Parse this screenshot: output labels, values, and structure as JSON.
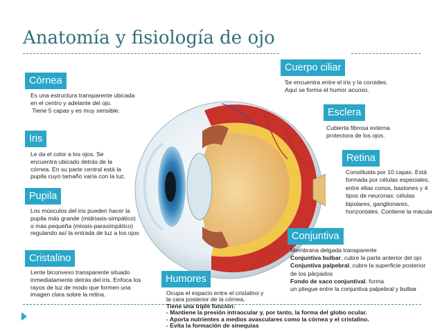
{
  "title": "Anatomía y fisiología de ojo",
  "colors": {
    "label_bg": "#29a6c8",
    "title": "#2f6f7a",
    "accent": "#2aa3d4"
  },
  "icons": {
    "nav": "play-triangle-icon"
  },
  "sections": {
    "cornea": {
      "label": "Córnea",
      "lines": [
        "Es una estructura transparente ubicada",
        "en el centro y adelante del ojo.",
        " Tiene 5 capas y es muy sensible."
      ]
    },
    "iris": {
      "label": "Iris",
      "lines": [
        "Le da el color a los ojos. Se",
        "encuentra ubicado detrás de la",
        "córnea. En su parte central está la",
        "pupila cuyo tamaño varía con la luz."
      ]
    },
    "pupila": {
      "label": "Pupila",
      "lines": [
        "Los músculos del iris pueden hacer la",
        "pupila más grande (midriasis-simpático)",
        "o más pequeña (miosis-parasimpático)",
        "regulando así la entrada de luz a los ojos"
      ]
    },
    "cristalino": {
      "label": "Cristalino",
      "lines": [
        "Lente biconvexo transparente situado",
        "inmediatamente detrás del iris. Enfoca los",
        "rayos de luz de modo que formen una",
        "imagen clara sobre la retina."
      ]
    },
    "humores": {
      "label": "Humores",
      "lines": [
        "Ocupa el espacio entre el cristalino y",
        "la cara posterior de la córnea.",
        "Tiene una triple función:",
        "- Mantiene la presión intraocular y, por tanto, la forma del globo ocular.",
        "- Aporta nutrientes a medios avasculares como la córnea y el cristalino.",
        "- Evita la formación de sinequias"
      ]
    },
    "cuerpo_ciliar": {
      "label": "Cuerpo ciliar",
      "lines": [
        "Se encuentra entre el iris y la coroides.",
        "Aquí se forma el humor acuoso."
      ]
    },
    "esclera": {
      "label": "Esclera",
      "lines": [
        "Cubierta fibrosa externa",
        "protectora de los ojos."
      ]
    },
    "retina": {
      "label": "Retina",
      "lines": [
        "Constituida por 10 capas. Está",
        "formada por células especiales,",
        "entre ellas conos, bastones y 4",
        "tipos de neuronas: células",
        "bipolares, ganglionares,",
        "horizontales. Contiene la mácula"
      ]
    },
    "conjuntiva": {
      "label": "Conjuntiva",
      "line1": "Membrana delgada transparente",
      "bulbar_bold": "Conjuntiva bulbar",
      "bulbar_rest": ", cubre la parte  anterior del ojo",
      "palpebral_bold": "Conjuntiva palpebral",
      "palpebral_rest": ", cubre la superficie posterior",
      "line4": "de los párpados",
      "fondo_bold": "Fondo de saco conjuntival",
      "fondo_rest": ", forma",
      "line6": "un pliegue entre la conjuntiva palpebral y bulbar"
    }
  }
}
